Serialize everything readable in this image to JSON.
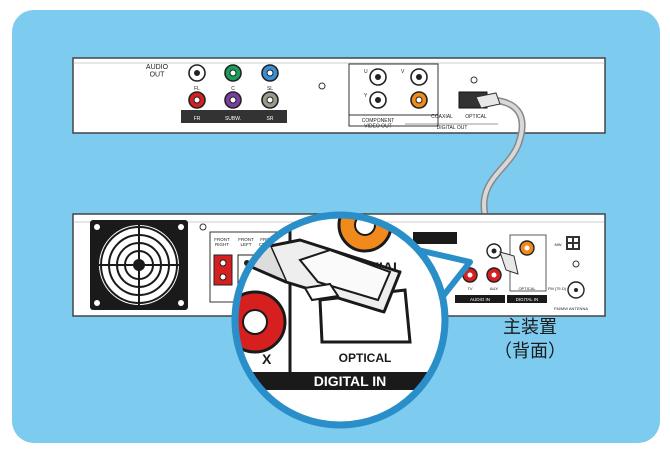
{
  "player": {
    "audio_out_label": "AUDIO\nOUT",
    "jacks": {
      "fl": "FL",
      "fr": "FR",
      "c": "C",
      "subw": "SUBW.",
      "sl": "SL",
      "sr": "SR"
    },
    "component_label": "COMPONENT\nVIDEO OUT",
    "component_jacks": {
      "u": "U",
      "v": "V",
      "y": "Y"
    },
    "coaxial_label": "COAXIAL",
    "optical_label": "OPTICAL",
    "digital_out_label": "DIGITAL OUT"
  },
  "main_unit": {
    "speaker_labels": {
      "front_right": "FRONT\nRIGHT",
      "front_left": "FRONT\nLEFT",
      "front_center": "FRONT\nCENTER"
    },
    "mag": {
      "coaxial": "COAXIAL",
      "optical": "OPTICAL",
      "digital_in": "DIGITAL IN",
      "aux_partial": "X"
    },
    "small": {
      "audio_in": "AUDIO IN",
      "digital_in": "DIGITAL IN",
      "tv": "TV",
      "aux": "AUX",
      "optical": "OPTICAL",
      "fm_am": "FM (75 Ω)",
      "antenna": "FM/MW ANTENNA",
      "mw": "MW"
    }
  },
  "caption": {
    "line1": "主装置",
    "line2": "（背面）"
  },
  "colors": {
    "background_panel": "#7ecbf0",
    "device_body": "#ffffff",
    "jack_red": "#d62020",
    "jack_green": "#16a05a",
    "jack_purple": "#7a3fa0",
    "jack_blue": "#3a8fd6",
    "jack_orange": "#f08a1c",
    "jack_gray": "#9a9a8a",
    "cable": "#bfbfbf",
    "panel_black": "#1a1a1a"
  }
}
